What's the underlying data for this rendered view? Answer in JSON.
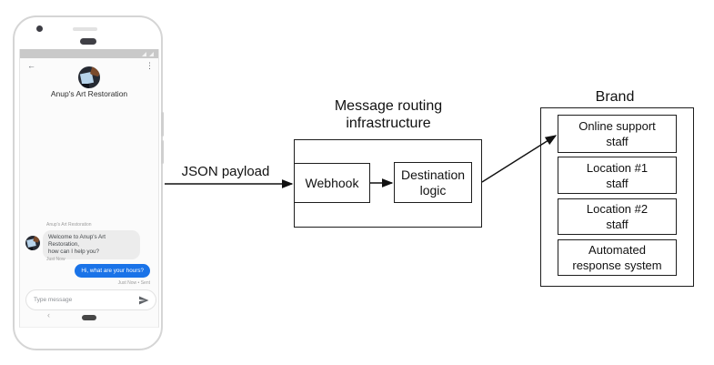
{
  "phone": {
    "status": {
      "icons": [
        "signal-icon",
        "battery-icon"
      ]
    },
    "header": {
      "back_glyph": "←",
      "menu_glyph": "⋮",
      "title": "Anup's Art Restoration"
    },
    "conversation": {
      "sender_label": "Anup's Art Restoration",
      "messages": [
        {
          "direction": "received",
          "text": "Welcome to Anup's Art Restoration,\nhow can I help you?",
          "timestamp": "Just Now"
        },
        {
          "direction": "sent",
          "text": "Hi, what are your hours?",
          "timestamp": "Just Now • Sent"
        }
      ]
    },
    "composer": {
      "placeholder": "Type message",
      "send_icon": "send-icon"
    },
    "nav": {
      "back_glyph": "‹"
    }
  },
  "diagram": {
    "json_label": "JSON payload",
    "infrastructure": {
      "title": "Message routing\ninfrastructure",
      "nodes": [
        "Webhook",
        "Destination\nlogic"
      ]
    },
    "brand": {
      "title": "Brand",
      "nodes": [
        "Online support\nstaff",
        "Location #1\nstaff",
        "Location #2\nstaff",
        "Automated\nresponse system"
      ]
    }
  },
  "colors": {
    "accent_blue": "#1a73e8",
    "bubble_gray": "#ececec",
    "statusbar_gray": "#c9c9c9",
    "diagram_ink": "#1d1d1d",
    "phone_frame": "#d5d5d5"
  }
}
